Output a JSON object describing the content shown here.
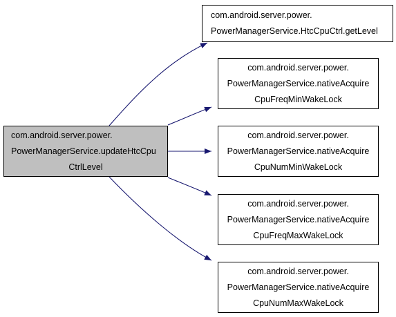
{
  "colors": {
    "root_fill": "#bfbfbf",
    "node_fill": "#ffffff",
    "edge_color": "#191970",
    "border": "#000000"
  },
  "nodes": {
    "root": {
      "lines": [
        "com.android.server.power.",
        "PowerManagerService.updateHtcCpu",
        "CtrlLevel"
      ]
    },
    "get_level": {
      "lines": [
        "com.android.server.power.",
        "PowerManagerService.HtcCpuCtrl.getLevel"
      ]
    },
    "cpu_freq_min": {
      "lines": [
        "com.android.server.power.",
        "PowerManagerService.nativeAcquire",
        "CpuFreqMinWakeLock"
      ]
    },
    "cpu_num_min": {
      "lines": [
        "com.android.server.power.",
        "PowerManagerService.nativeAcquire",
        "CpuNumMinWakeLock"
      ]
    },
    "cpu_freq_max": {
      "lines": [
        "com.android.server.power.",
        "PowerManagerService.nativeAcquire",
        "CpuFreqMaxWakeLock"
      ]
    },
    "cpu_num_max": {
      "lines": [
        "com.android.server.power.",
        "PowerManagerService.nativeAcquire",
        "CpuNumMaxWakeLock"
      ]
    }
  },
  "edges": [
    {
      "from": "root",
      "to": "get_level"
    },
    {
      "from": "root",
      "to": "cpu_freq_min"
    },
    {
      "from": "root",
      "to": "cpu_num_min"
    },
    {
      "from": "root",
      "to": "cpu_freq_max"
    },
    {
      "from": "root",
      "to": "cpu_num_max"
    }
  ]
}
